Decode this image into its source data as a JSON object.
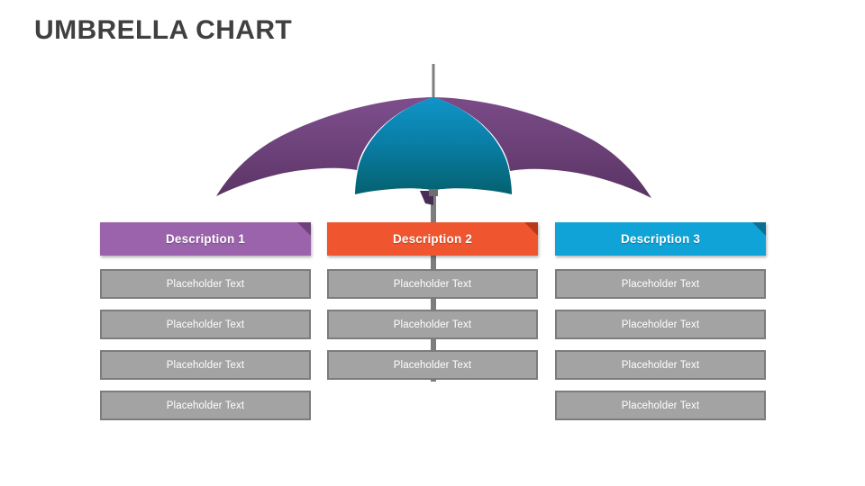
{
  "slide": {
    "title": "UMBRELLA CHART",
    "background_color": "#ffffff",
    "title_color": "#404040"
  },
  "umbrella": {
    "name": "umbrella-graphic",
    "canopy_purple_light": "#7b4b88",
    "canopy_purple_dark": "#5c3566",
    "canopy_teal_light": "#0c90c2",
    "canopy_teal_dark": "#046070",
    "pole_color": "#808080",
    "pole_color_dark": "#6e6e6e"
  },
  "columns": [
    {
      "id": "column-0",
      "banner": {
        "label": "Description 1",
        "color": "#9a63ab",
        "fold_color": "#6d4379"
      },
      "rows": [
        {
          "label": "Placeholder Text"
        },
        {
          "label": "Placeholder Text"
        },
        {
          "label": "Placeholder Text"
        },
        {
          "label": "Placeholder Text"
        }
      ]
    },
    {
      "id": "column-1",
      "banner": {
        "label": "Description 2",
        "color": "#ef5630",
        "fold_color": "#b8381a"
      },
      "rows": [
        {
          "label": "Placeholder Text"
        },
        {
          "label": "Placeholder Text"
        },
        {
          "label": "Placeholder Text"
        }
      ]
    },
    {
      "id": "column-2",
      "banner": {
        "label": "Description 3",
        "color": "#0fa3d7",
        "fold_color": "#0a6f93"
      },
      "rows": [
        {
          "label": "Placeholder Text"
        },
        {
          "label": "Placeholder Text"
        },
        {
          "label": "Placeholder Text"
        },
        {
          "label": "Placeholder Text"
        }
      ]
    }
  ],
  "row_style": {
    "fill": "#a3a3a3",
    "border": "#7c7c7c",
    "text_color": "#ffffff"
  }
}
